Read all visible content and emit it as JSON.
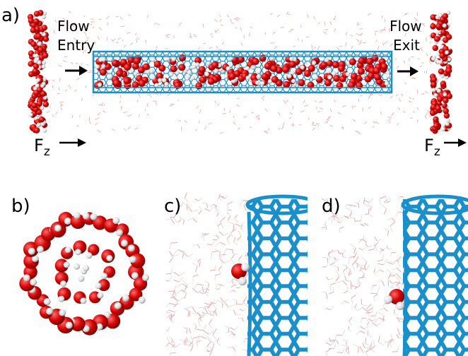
{
  "panels": {
    "a": {
      "label": "a)",
      "entry_line1": "Flow",
      "entry_line2": "Entry",
      "exit_line1": "Flow",
      "exit_line2": "Exit",
      "force_left": "F",
      "force_left_sub": "z",
      "force_right": "F",
      "force_right_sub": "z"
    },
    "b": {
      "label": "b)"
    },
    "c": {
      "label": "c)"
    },
    "d": {
      "label": "d)"
    }
  },
  "colors": {
    "oxygen": "#d40000",
    "hydrogen": "#e8e8e8",
    "nanotube": "#1a8fc9",
    "nanotube_dark": "#0e5f8a",
    "water_lines": "#e9a3a3",
    "arrow": "#000000"
  },
  "icons": [
    "arrow-right-icon"
  ]
}
